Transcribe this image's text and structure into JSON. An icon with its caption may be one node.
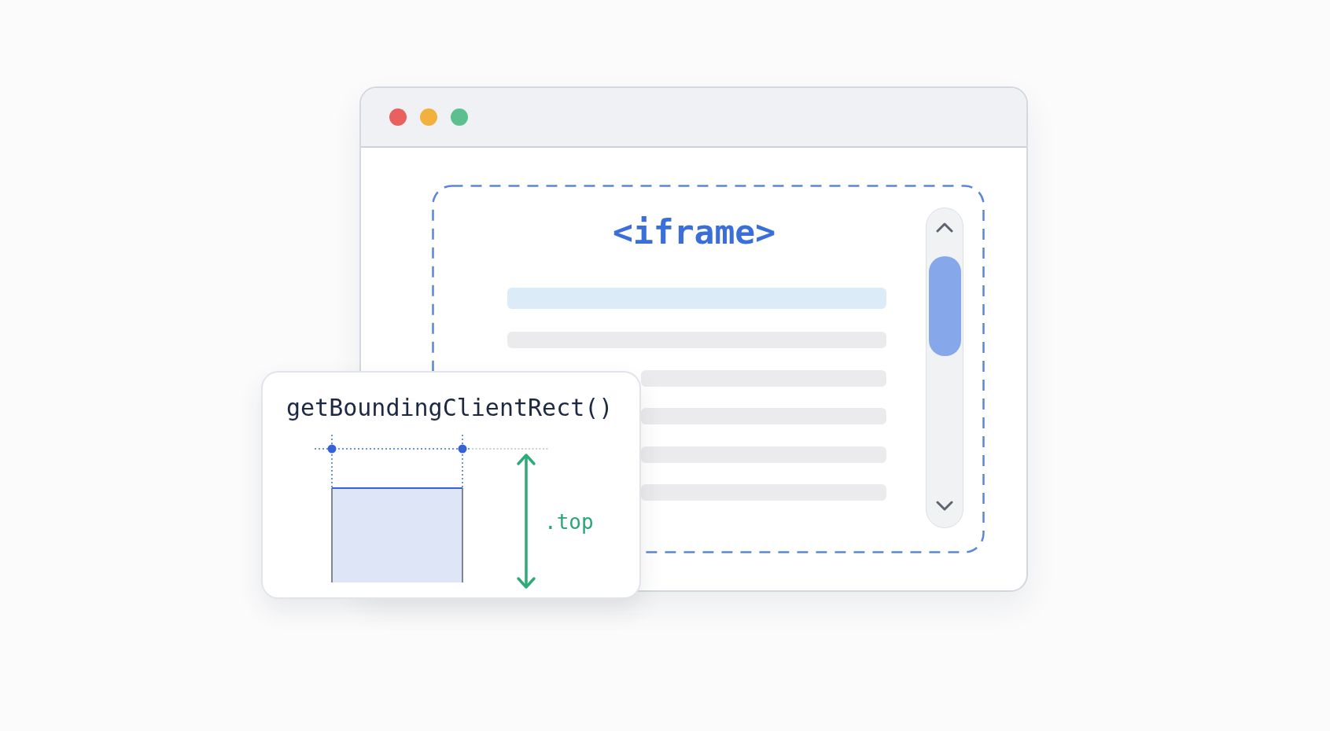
{
  "diagram": {
    "nodes": [
      {
        "text": [],
        "shape": "box"
      },
      {
        "text": [
          "<iframe>"
        ],
        "in": 0
      },
      {
        "text": [],
        "shape": "bar",
        "in": 1
      },
      {
        "text": [],
        "shape": "bar",
        "in": 1
      },
      {
        "text": [],
        "shape": "bar",
        "in": 1
      },
      {
        "text": [],
        "shape": "bar",
        "in": 1
      },
      {
        "text": [],
        "shape": "bar",
        "in": 1
      },
      {
        "text": [],
        "shape": "bar",
        "in": 1
      },
      {
        "text": [
          "getBoundingClientRect()"
        ]
      }
    ],
    "labels": [
      ".top"
    ]
  }
}
